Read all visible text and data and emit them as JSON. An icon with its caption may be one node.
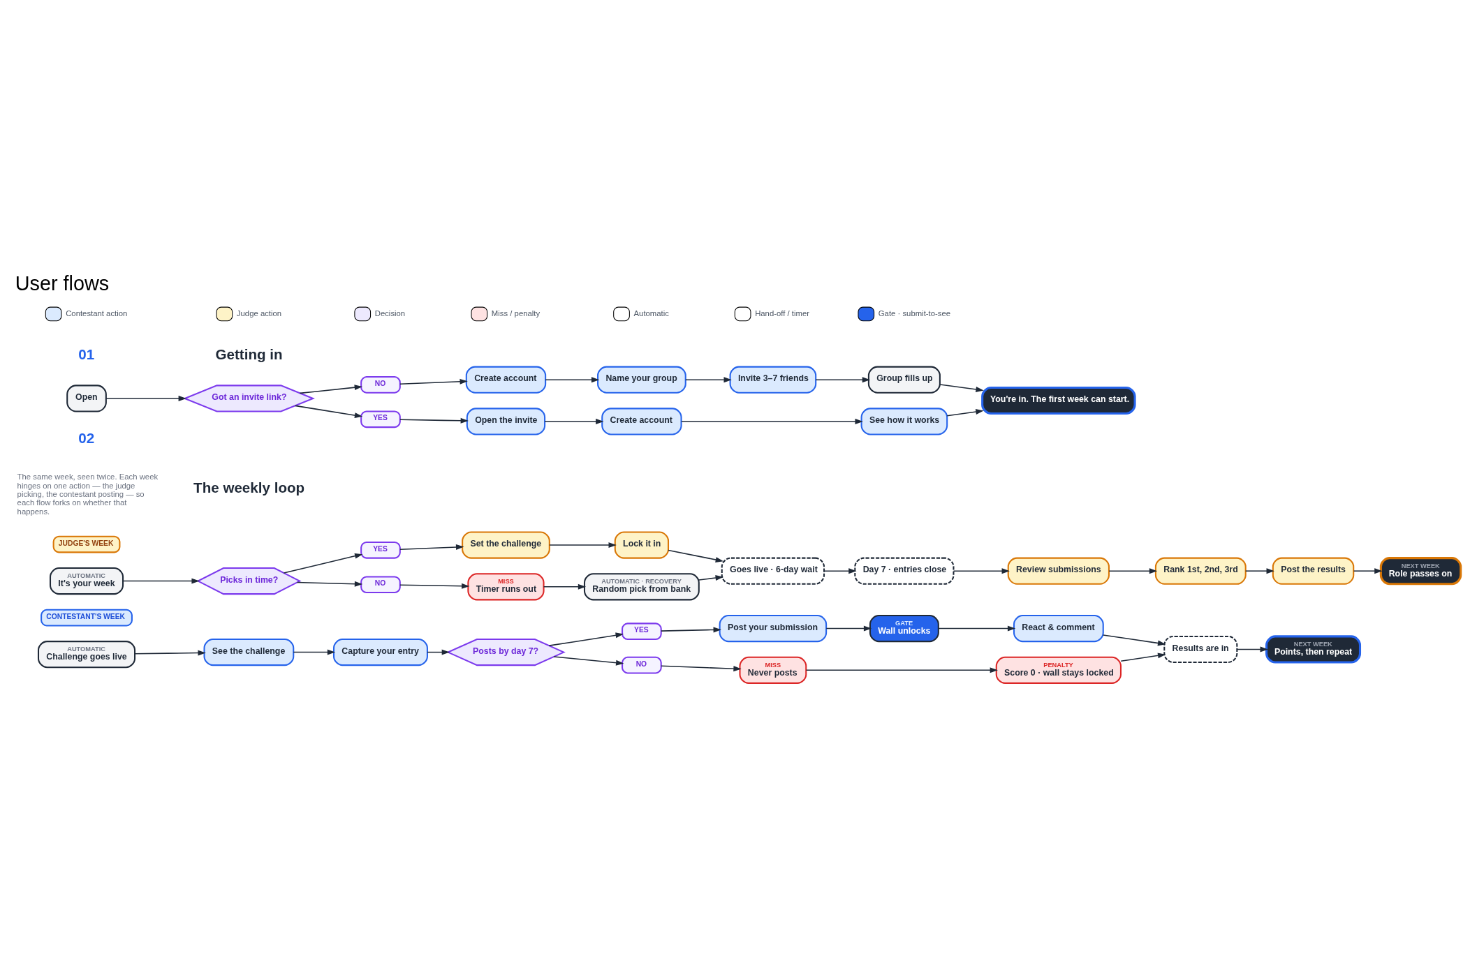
{
  "diagram": {
    "title": "User flows",
    "nodes": [
      {
        "text": [
          "Open"
        ]
      },
      {
        "text": [
          "Got an invite link?"
        ]
      },
      {
        "text": [
          "NO"
        ]
      },
      {
        "text": [
          "Create account"
        ]
      },
      {
        "text": [
          "Name your group"
        ]
      },
      {
        "text": [
          "Invite 3–7 friends"
        ]
      },
      {
        "text": [
          "Group fills up"
        ]
      },
      {
        "text": [
          "YES"
        ]
      },
      {
        "text": [
          "Open the invite"
        ]
      },
      {
        "text": [
          "Create account"
        ]
      },
      {
        "text": [
          "See how it works"
        ]
      },
      {
        "text": [
          "You're in. The first week can start."
        ]
      },
      {
        "text": [
          "JUDGE'S WEEK"
        ]
      },
      {
        "text": [
          "AUTOMATIC",
          "It's your week"
        ]
      },
      {
        "text": [
          "Picks in time?"
        ]
      },
      {
        "text": [
          "YES"
        ]
      },
      {
        "text": [
          "Set the challenge"
        ]
      },
      {
        "text": [
          "Lock it in"
        ]
      },
      {
        "text": [
          "NO"
        ]
      },
      {
        "text": [
          "MISS",
          "Timer runs out"
        ]
      },
      {
        "text": [
          "AUTOMATIC · RECOVERY",
          "Random pick from bank"
        ]
      },
      {
        "text": [
          "Goes live · 6-day wait"
        ]
      },
      {
        "text": [
          "Day 7 · entries close"
        ]
      },
      {
        "text": [
          "Review submissions"
        ]
      },
      {
        "text": [
          "Rank 1st, 2nd, 3rd"
        ]
      },
      {
        "text": [
          "Post the results"
        ]
      },
      {
        "text": [
          "NEXT WEEK",
          "Role passes on"
        ]
      },
      {
        "text": [
          "CONTESTANT'S WEEK"
        ]
      },
      {
        "text": [
          "AUTOMATIC",
          "Challenge goes live"
        ]
      },
      {
        "text": [
          "See the challenge"
        ]
      },
      {
        "text": [
          "Capture your entry"
        ]
      },
      {
        "text": [
          "Posts by day 7?"
        ]
      },
      {
        "text": [
          "YES"
        ]
      },
      {
        "text": [
          "Post your submission"
        ]
      },
      {
        "text": [
          "GATE",
          "Wall unlocks"
        ]
      },
      {
        "text": [
          "React & comment"
        ]
      },
      {
        "text": [
          "NO"
        ]
      },
      {
        "text": [
          "MISS",
          "Never posts"
        ]
      },
      {
        "text": [
          "PENALTY",
          "Score 0 · wall stays locked"
        ]
      },
      {
        "text": [
          "Results are in"
        ]
      },
      {
        "text": [
          "NEXT WEEK",
          "Points, then repeat"
        ]
      }
    ],
    "edges": [
      {
        "from": 0,
        "to": 1,
        "arrow": "to"
      },
      {
        "from": 1,
        "to": 2,
        "arrow": "to"
      },
      {
        "from": 2,
        "to": 3,
        "arrow": "to"
      },
      {
        "from": 3,
        "to": 4,
        "arrow": "to"
      },
      {
        "from": 4,
        "to": 5,
        "arrow": "to"
      },
      {
        "from": 5,
        "to": 6,
        "arrow": "to"
      },
      {
        "from": 6,
        "to": 11,
        "arrow": "to"
      },
      {
        "from": 1,
        "to": 7,
        "arrow": "to"
      },
      {
        "from": 7,
        "to": 8,
        "arrow": "to"
      },
      {
        "from": 8,
        "to": 9,
        "arrow": "to"
      },
      {
        "from": 9,
        "to": 10,
        "arrow": "to"
      },
      {
        "from": 10,
        "to": 11,
        "arrow": "to"
      },
      {
        "from": 13,
        "to": 14,
        "arrow": "to"
      },
      {
        "from": 14,
        "to": 15,
        "arrow": "to"
      },
      {
        "from": 15,
        "to": 16,
        "arrow": "to"
      },
      {
        "from": 16,
        "to": 17,
        "arrow": "to"
      },
      {
        "from": 17,
        "to": 21,
        "arrow": "to"
      },
      {
        "from": 14,
        "to": 18,
        "arrow": "to"
      },
      {
        "from": 18,
        "to": 19,
        "arrow": "to"
      },
      {
        "from": 19,
        "to": 20,
        "arrow": "to"
      },
      {
        "from": 20,
        "to": 21,
        "arrow": "to"
      },
      {
        "from": 21,
        "to": 22,
        "arrow": "to"
      },
      {
        "from": 22,
        "to": 23,
        "arrow": "to"
      },
      {
        "from": 23,
        "to": 24,
        "arrow": "to"
      },
      {
        "from": 24,
        "to": 25,
        "arrow": "to"
      },
      {
        "from": 25,
        "to": 26,
        "arrow": "to"
      },
      {
        "from": 28,
        "to": 29,
        "arrow": "to"
      },
      {
        "from": 29,
        "to": 30,
        "arrow": "to"
      },
      {
        "from": 30,
        "to": 31,
        "arrow": "to"
      },
      {
        "from": 31,
        "to": 32,
        "arrow": "to"
      },
      {
        "from": 32,
        "to": 33,
        "arrow": "to"
      },
      {
        "from": 33,
        "to": 34,
        "arrow": "to"
      },
      {
        "from": 34,
        "to": 35,
        "arrow": "to"
      },
      {
        "from": 35,
        "to": 39,
        "arrow": "to"
      },
      {
        "from": 31,
        "to": 36,
        "arrow": "to"
      },
      {
        "from": 36,
        "to": 37,
        "arrow": "to"
      },
      {
        "from": 37,
        "to": 38,
        "arrow": "to"
      },
      {
        "from": 38,
        "to": 39,
        "arrow": "to"
      },
      {
        "from": 39,
        "to": 40,
        "arrow": "to"
      }
    ],
    "labels": [
      "01",
      "Getting in",
      "02",
      "The weekly loop",
      "The same week, seen twice. Each week hinges on one action — the judge picking, the contestant posting — so each flow forks on whether that happens."
    ],
    "legend": [
      {
        "text": "Contestant action",
        "color": "#dbeafe"
      },
      {
        "text": "Judge action",
        "color": "#fef3c7"
      },
      {
        "text": "Decision",
        "color": "#ede9fe"
      },
      {
        "text": "Miss / penalty",
        "color": "#fee2e2"
      },
      {
        "text": "Automatic"
      },
      {
        "text": "Hand-off / timer"
      },
      {
        "text": "Gate · submit-to-see",
        "color": "#2563eb"
      }
    ]
  }
}
